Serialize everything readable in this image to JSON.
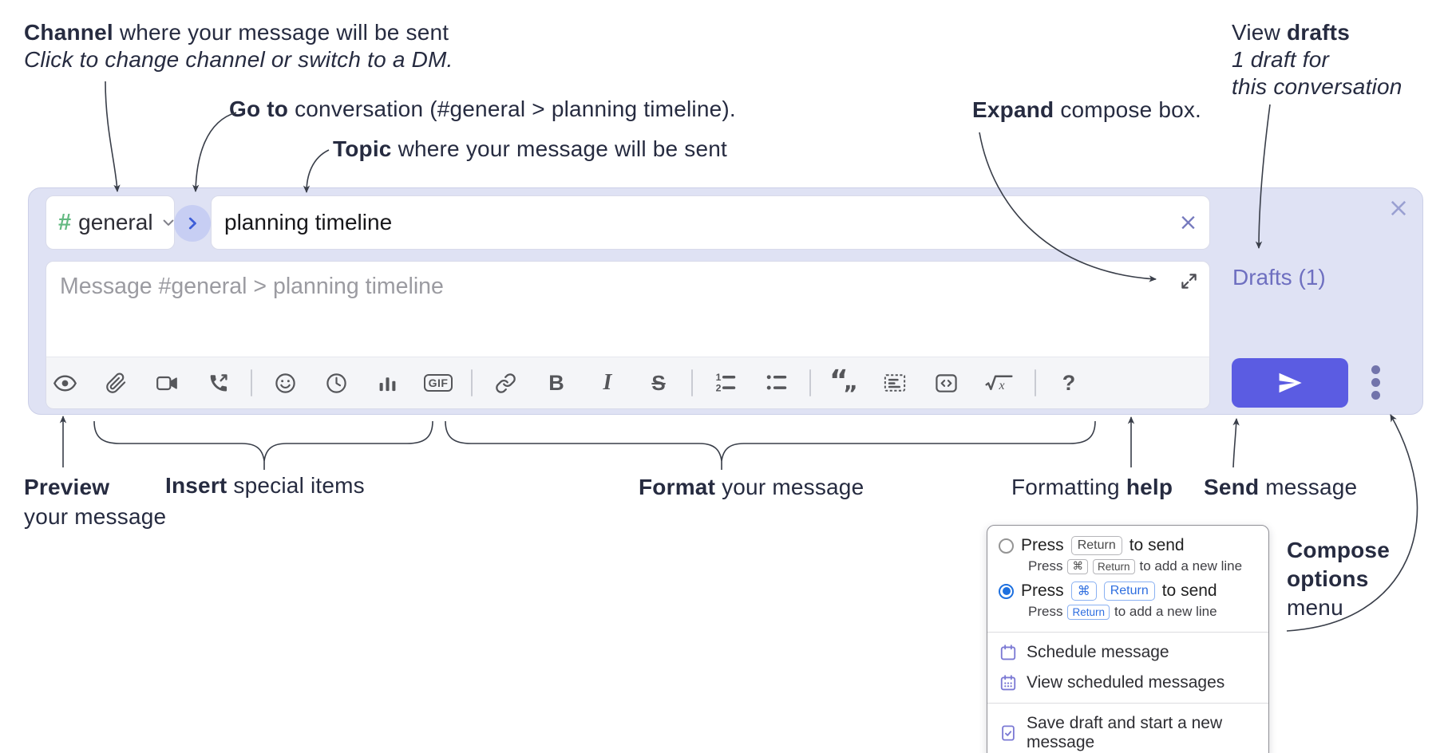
{
  "annotations": {
    "channel": {
      "bold": "Channel",
      "rest": " where your message will be sent",
      "line2": "Click to change channel or switch to a DM."
    },
    "goto": {
      "bold": "Go to",
      "rest": " conversation (#general > planning timeline)."
    },
    "topic": {
      "bold": "Topic",
      "rest": " where your message will be sent"
    },
    "expand": {
      "bold": "Expand",
      "rest": " compose box."
    },
    "view_drafts": {
      "pre": "View ",
      "bold": "drafts",
      "line2": "1 draft for",
      "line3": "this conversation"
    },
    "preview": {
      "bold": "Preview",
      "line2": "your message"
    },
    "insert": {
      "bold": "Insert",
      "rest": " special items"
    },
    "format": {
      "bold": "Format",
      "rest": " your message"
    },
    "help": {
      "pre": "Formatting ",
      "bold": "help"
    },
    "send": {
      "bold": "Send",
      "rest": " message"
    },
    "compose_options": {
      "line1": "Compose",
      "line2": "options",
      "line3": "menu"
    }
  },
  "compose": {
    "channel": {
      "hash": "#",
      "name": "general"
    },
    "topic": {
      "value": "planning timeline"
    },
    "message": {
      "placeholder": "Message #general > planning timeline"
    },
    "drafts_label": "Drafts (1)",
    "toolbar": {
      "gif": "GIF",
      "bold": "B",
      "italic": "I",
      "strike": "S",
      "help": "?"
    }
  },
  "popup": {
    "options": [
      {
        "press": "Press",
        "key1": "Return",
        "suffix": "to send",
        "sub_press": "Press",
        "sub_key1": "⌘",
        "sub_key2": "Return",
        "sub_suffix": "to add a new line"
      },
      {
        "press": "Press",
        "key1": "⌘",
        "key2": "Return",
        "suffix": "to send",
        "sub_press": "Press",
        "sub_key1": "Return",
        "sub_suffix": "to add a new line"
      }
    ],
    "items": [
      "Schedule message",
      "View scheduled messages",
      "Save draft and start a new message"
    ]
  },
  "colors": {
    "accent_send": "#5b5ce2",
    "compose_bg": "#dfe2f4",
    "hash_green": "#63b981",
    "drafts_link": "#6e6fc0",
    "key_blue": "#2e6ee0",
    "menu_icon_purple": "#7b79d4",
    "annotation_text": "#262b40"
  }
}
